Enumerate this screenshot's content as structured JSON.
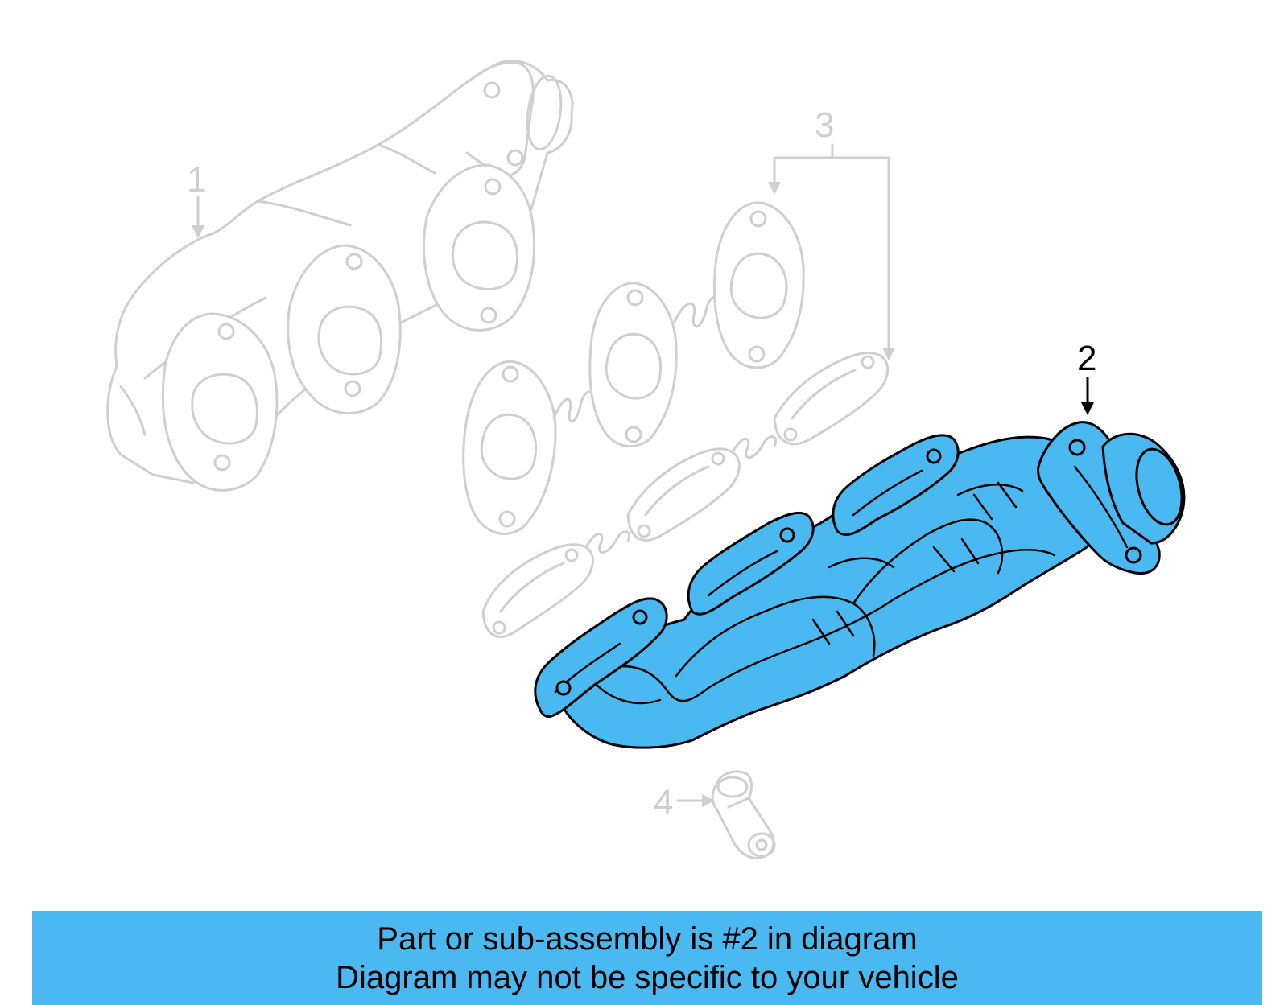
{
  "diagram": {
    "callouts": {
      "c1": "1",
      "c2": "2",
      "c3": "3",
      "c4": "4"
    },
    "colors": {
      "highlight": "#4bb9f1",
      "ghost": "#cfcfcf",
      "outline": "#000000"
    },
    "highlighted_part": "2"
  },
  "banner": {
    "line1": "Part or sub-assembly is #2 in diagram",
    "line2": "Diagram may not be specific to your vehicle",
    "color": "#4bb9f1"
  }
}
